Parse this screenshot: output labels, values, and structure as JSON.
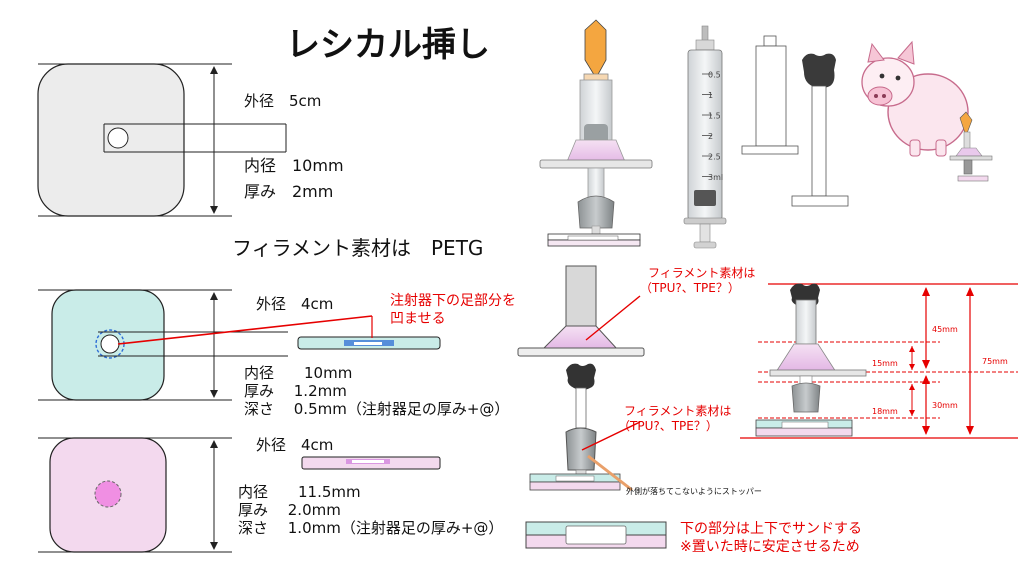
{
  "title": "レシカル挿し",
  "filament_heading": "フィラメント素材は　PETG",
  "part1": {
    "outer": "外径　5cm",
    "inner": "内径　10mm",
    "thickness": "厚み　2mm"
  },
  "part2": {
    "outer": "外径　4cm",
    "inner": "内径　　10mm",
    "thickness": "厚み　 1.2mm",
    "depth": "深さ　 0.5mm（注射器足の厚み+@）",
    "recess_note": [
      "注射器下の足部分を",
      "凹ませる"
    ]
  },
  "part3": {
    "outer": "外径　4cm",
    "inner": "内径　　11.5mm",
    "thickness": "厚み　 2.0mm",
    "depth": "深さ　 1.0mm（注射器足の厚み+@）"
  },
  "material_note_top": [
    "フィラメント素材は",
    "（TPU?、TPE？）"
  ],
  "material_note_mid": [
    "フィラメント素材は",
    "（TPU?、TPE？）"
  ],
  "stopper_note": "外側が落ちてこないようにストッパー",
  "sandwich_note": [
    "下の部分は上下でサンドする",
    "※置いた時に安定させるため"
  ],
  "dimensions": {
    "d45": "45mm",
    "d15": "15mm",
    "d75": "75mm",
    "d18": "18mm",
    "d30": "30mm"
  },
  "syringe_scale": [
    "0.5",
    "1",
    "1.5",
    "2",
    "2.5",
    "3ml"
  ],
  "colors": {
    "red": "#e60000",
    "gray_fill": "#ececec",
    "cyan_fill": "#c9ece8",
    "pink_fill": "#f3d9ee",
    "lilac": "#e8c6ea",
    "orange": "#f4a640",
    "blue": "#2f6fd6"
  }
}
